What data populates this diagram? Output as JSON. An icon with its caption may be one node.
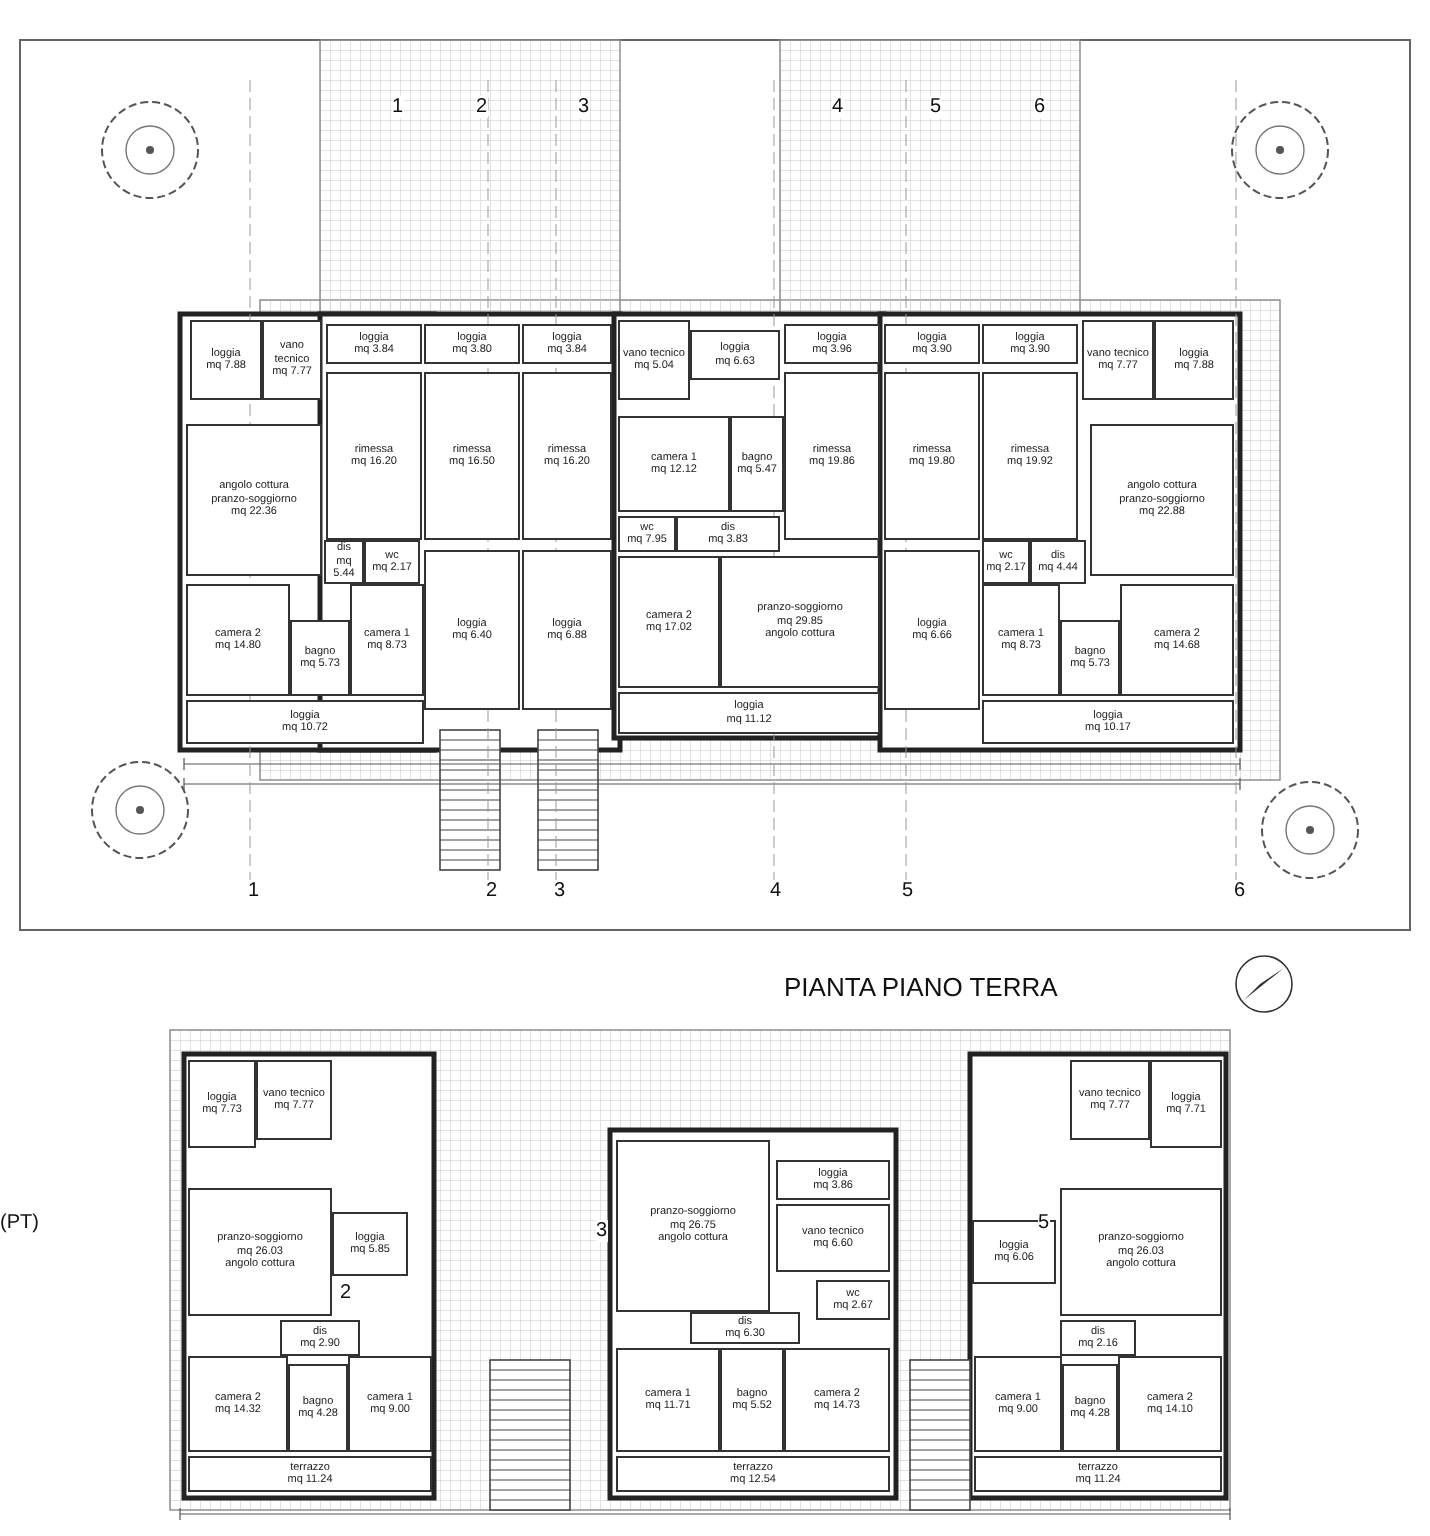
{
  "diagram": {
    "title": "PIANTA PIANO TERRA",
    "nodes": [
      {
        "text": [
          "loggia",
          "mq 7.88"
        ]
      },
      {
        "text": [
          "vano tecnico",
          "mq 7.77"
        ]
      },
      {
        "text": [
          "loggia",
          "mq 3.84"
        ]
      },
      {
        "text": [
          "loggia",
          "mq 3.80"
        ]
      },
      {
        "text": [
          "loggia",
          "mq 3.84"
        ]
      },
      {
        "text": [
          "angolo cottura",
          "pranzo-soggiorno",
          "mq 22.36"
        ]
      },
      {
        "text": [
          "rimessa",
          "mq 16.20"
        ]
      },
      {
        "text": [
          "rimessa",
          "mq 16.50"
        ]
      },
      {
        "text": [
          "rimessa",
          "mq 16.20"
        ]
      },
      {
        "text": [
          "dis",
          "mq 5.44"
        ]
      },
      {
        "text": [
          "wc",
          "mq 2.17"
        ]
      },
      {
        "text": [
          "loggia",
          "mq 6.40"
        ]
      },
      {
        "text": [
          "loggia",
          "mq 6.88"
        ]
      },
      {
        "text": [
          "camera 2",
          "mq 14.80"
        ]
      },
      {
        "text": [
          "bagno",
          "mq 5.73"
        ]
      },
      {
        "text": [
          "camera 1",
          "mq 8.73"
        ]
      },
      {
        "text": [
          "loggia",
          "mq 10.72"
        ]
      },
      {
        "text": [
          "vano tecnico",
          "mq 5.04"
        ]
      },
      {
        "text": [
          "loggia",
          "mq 6.63"
        ]
      },
      {
        "text": [
          "loggia",
          "mq 3.96"
        ]
      },
      {
        "text": [
          "loggia",
          "mq 3.90"
        ]
      },
      {
        "text": [
          "loggia",
          "mq 3.90"
        ]
      },
      {
        "text": [
          "vano tecnico",
          "mq 7.77"
        ]
      },
      {
        "text": [
          "loggia",
          "mq 7.88"
        ]
      },
      {
        "text": [
          "camera 1",
          "mq 12.12"
        ]
      },
      {
        "text": [
          "bagno",
          "mq 5.47"
        ]
      },
      {
        "text": [
          "rimessa",
          "mq 19.86"
        ]
      },
      {
        "text": [
          "rimessa",
          "mq 19.80"
        ]
      },
      {
        "text": [
          "rimessa",
          "mq 19.92"
        ]
      },
      {
        "text": [
          "angolo cottura",
          "pranzo-soggiorno",
          "mq 22.88"
        ]
      },
      {
        "text": [
          "wc",
          "mq 7.95"
        ]
      },
      {
        "text": [
          "dis",
          "mq 3.83"
        ]
      },
      {
        "text": [
          "wc",
          "mq 2.17"
        ]
      },
      {
        "text": [
          "dis",
          "mq 4.44"
        ]
      },
      {
        "text": [
          "loggia",
          "mq 6.66"
        ]
      },
      {
        "text": [
          "camera 2",
          "mq 17.02"
        ]
      },
      {
        "text": [
          "pranzo-soggiorno",
          "mq 29.85",
          "angolo cottura"
        ]
      },
      {
        "text": [
          "camera 1",
          "mq 8.73"
        ]
      },
      {
        "text": [
          "bagno",
          "mq 5.73"
        ]
      },
      {
        "text": [
          "camera 2",
          "mq 14.68"
        ]
      },
      {
        "text": [
          "loggia",
          "mq 11.12"
        ]
      },
      {
        "text": [
          "loggia",
          "mq 10.17"
        ]
      },
      {
        "text": [
          "loggia",
          "mq 7.73"
        ]
      },
      {
        "text": [
          "vano tecnico",
          "mq 7.77"
        ]
      },
      {
        "text": [
          "vano tecnico",
          "mq 7.77"
        ]
      },
      {
        "text": [
          "loggia",
          "mq 7.71"
        ]
      },
      {
        "text": [
          "pranzo-soggiorno",
          "mq 26.75",
          "angolo cottura"
        ]
      },
      {
        "text": [
          "loggia",
          "mq 3.86"
        ]
      },
      {
        "text": [
          "vano tecnico",
          "mq 6.60"
        ]
      },
      {
        "text": [
          "pranzo-soggiorno",
          "mq 26.03",
          "angolo cottura"
        ]
      },
      {
        "text": [
          "loggia",
          "mq 5.85"
        ]
      },
      {
        "text": [
          "wc",
          "mq 2.67"
        ]
      },
      {
        "text": [
          "dis",
          "mq 6.30"
        ]
      },
      {
        "text": [
          "loggia",
          "mq 6.06"
        ]
      },
      {
        "text": [
          "pranzo-soggiorno",
          "mq 26.03",
          "angolo cottura"
        ]
      },
      {
        "text": [
          "dis",
          "mq 2.90"
        ]
      },
      {
        "text": [
          "dis",
          "mq 2.16"
        ]
      },
      {
        "text": [
          "camera 2",
          "mq 14.32"
        ]
      },
      {
        "text": [
          "bagno",
          "mq 4.28"
        ]
      },
      {
        "text": [
          "camera 1",
          "mq 9.00"
        ]
      },
      {
        "text": [
          "camera 1",
          "mq 11.71"
        ]
      },
      {
        "text": [
          "bagno",
          "mq 5.52"
        ]
      },
      {
        "text": [
          "camera 2",
          "mq 14.73"
        ]
      },
      {
        "text": [
          "camera 1",
          "mq 9.00"
        ]
      },
      {
        "text": [
          "bagno",
          "mq 4.28"
        ]
      },
      {
        "text": [
          "camera 2",
          "mq 14.10"
        ]
      },
      {
        "text": [
          "terrazzo",
          "mq 11.24"
        ]
      },
      {
        "text": [
          "terrazzo",
          "mq 12.54"
        ]
      },
      {
        "text": [
          "terrazzo",
          "mq 11.24"
        ]
      }
    ],
    "labels": [
      "1",
      "2",
      "3",
      "4",
      "5",
      "6",
      "1",
      "2",
      "3",
      "4",
      "5",
      "6",
      "(PT)",
      "2",
      "3",
      "5"
    ]
  }
}
